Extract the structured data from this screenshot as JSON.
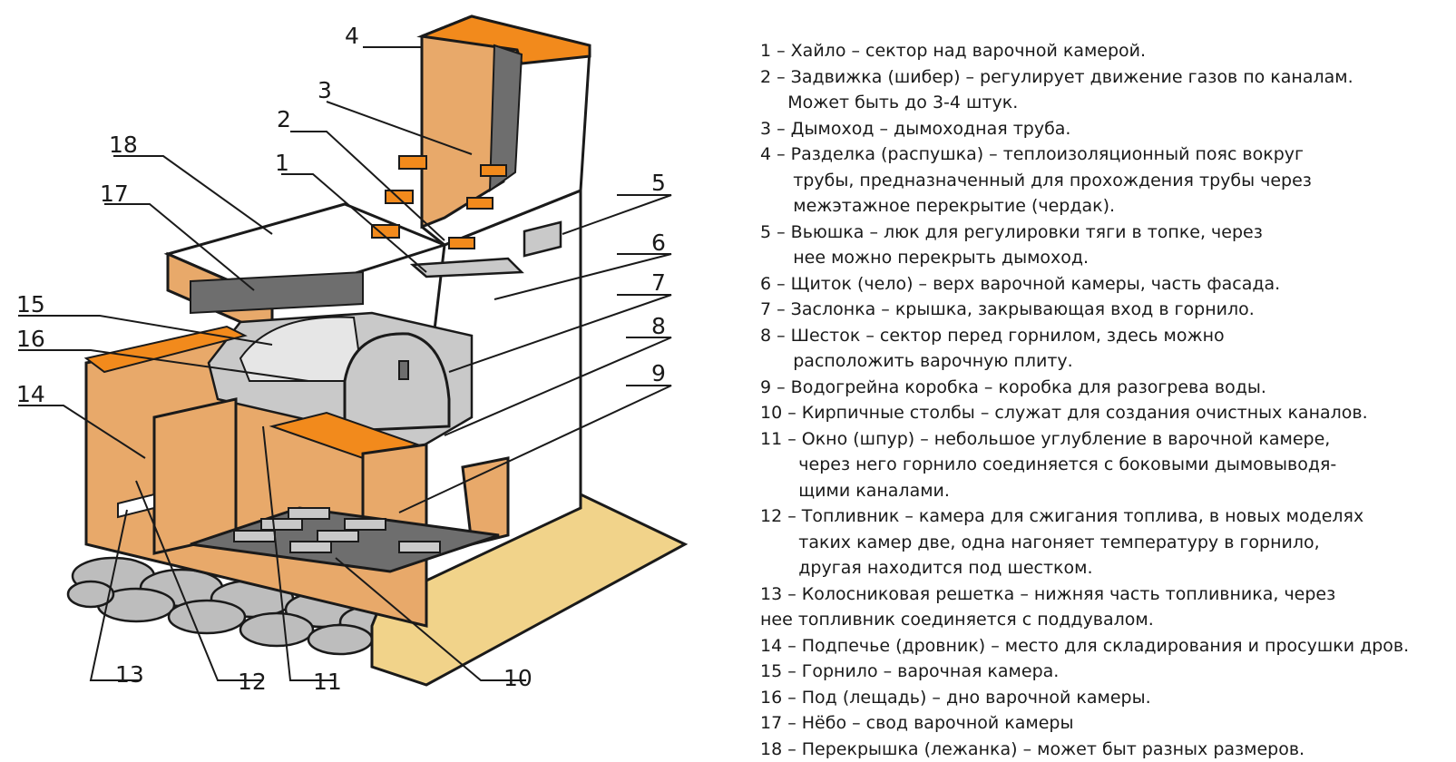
{
  "callouts": [
    "1",
    "2",
    "3",
    "4",
    "5",
    "6",
    "7",
    "8",
    "9",
    "10",
    "11",
    "12",
    "13",
    "14",
    "15",
    "16",
    "17",
    "18"
  ],
  "legend": [
    [
      "1 – Хайло – сектор над варочной камерой."
    ],
    [
      "2 – Задвижка (шибер) – регулирует движение газов по каналам.",
      "     Может быть до 3-4 штук."
    ],
    [
      "3 – Дымоход – дымоходная труба."
    ],
    [
      "4 – Разделка (распушка) – теплоизоляционный пояс вокруг",
      "      трубы, предназначенный для прохождения трубы через",
      "      межэтажное перекрытие (чердак)."
    ],
    [
      "5 – Вьюшка – люк для регулировки тяги в топке, через",
      "      нее можно перекрыть дымоход."
    ],
    [
      "6 – Щиток (чело) – верх варочной камеры, часть фасада."
    ],
    [
      "7 – Заслонка – крышка, закрывающая вход в горнило."
    ],
    [
      "8 – Шесток – сектор перед горнилом, здесь можно",
      "      расположить варочную плиту."
    ],
    [
      "9 – Водогрейна коробка – коробка для разогрева воды."
    ],
    [
      "10 – Кирпичные столбы – служат для создания очистных каналов."
    ],
    [
      "11 – Окно (шпур) – небольшое углубление в варочной камере,",
      "       через него горнило соединяется с боковыми дымовыводя-",
      "       щими каналами."
    ],
    [
      "12 – Топливник – камера для сжигания топлива, в новых моделях",
      "       таких камер две, одна нагоняет температуру в горнило,",
      "       другая находится под шестком."
    ],
    [
      "13 – Колосниковая решетка – нижняя часть топливника, через",
      "нее топливник соединяется с поддувалом."
    ],
    [
      "14 – Подпечье (дровник) – место для складирования и просушки дров."
    ],
    [
      "15 – Горнило – варочная камера."
    ],
    [
      "16 – Под (лещадь) – дно варочной камеры."
    ],
    [
      "17 – Нёбо – свод варочной камеры"
    ],
    [
      "18 – Перекрышка (лежанка) – может быт разных размеров."
    ]
  ],
  "colors": {
    "brick": "#e8a96a",
    "brick_edge": "#f28a1c",
    "plaster": "#ffffff",
    "interior": "#c9c9c9",
    "interior_dark": "#6e6e6e",
    "base": "#f1d38a",
    "stone": "#bdbdbd",
    "outline": "#1a1a1a"
  }
}
